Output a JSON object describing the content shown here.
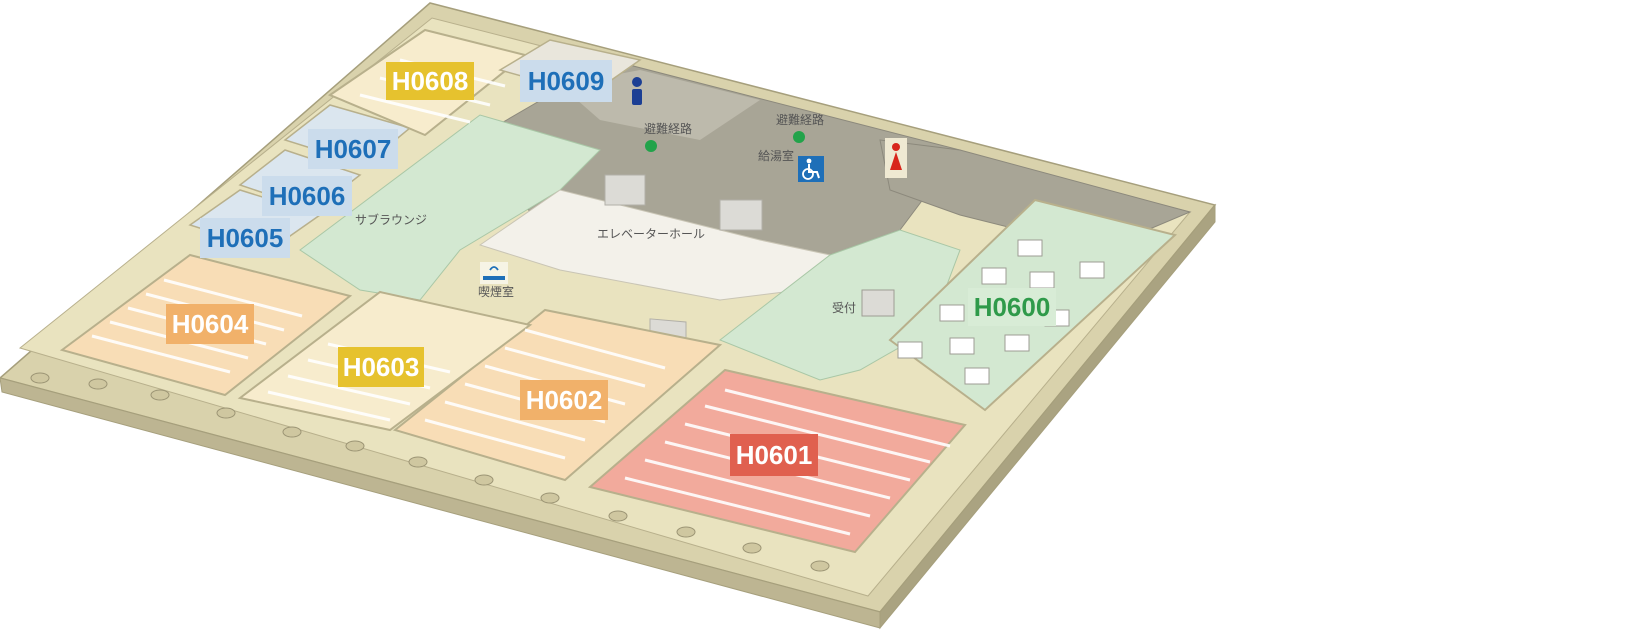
{
  "rooms": [
    {
      "id": "H0600",
      "label": "H0600",
      "floor_color": "#d3e8d1",
      "badge_color": "#d8ecd6",
      "text_color": "#2f9a4a"
    },
    {
      "id": "H0601",
      "label": "H0601",
      "floor_color": "#f2aa9c",
      "badge_color": "#e0604f",
      "text_color": "#ffffff"
    },
    {
      "id": "H0602",
      "label": "H0602",
      "floor_color": "#f8ddb6",
      "badge_color": "#f1b16a",
      "text_color": "#ffffff"
    },
    {
      "id": "H0603",
      "label": "H0603",
      "floor_color": "#f7eccd",
      "badge_color": "#e6c22e",
      "text_color": "#ffffff"
    },
    {
      "id": "H0604",
      "label": "H0604",
      "floor_color": "#f8ddb6",
      "badge_color": "#f1b16a",
      "text_color": "#ffffff"
    },
    {
      "id": "H0605",
      "label": "H0605",
      "floor_color": "#dbe6ef",
      "badge_color": "#cbdcec",
      "text_color": "#1e6fb8"
    },
    {
      "id": "H0606",
      "label": "H0606",
      "floor_color": "#dbe6ef",
      "badge_color": "#cbdcec",
      "text_color": "#1e6fb8"
    },
    {
      "id": "H0607",
      "label": "H0607",
      "floor_color": "#dbe6ef",
      "badge_color": "#cbdcec",
      "text_color": "#1e6fb8"
    },
    {
      "id": "H0608",
      "label": "H0608",
      "floor_color": "#f7eccd",
      "badge_color": "#e6c22e",
      "text_color": "#ffffff"
    },
    {
      "id": "H0609",
      "label": "H0609",
      "floor_color": "#e9e6dc",
      "badge_color": "#cbdcec",
      "text_color": "#1e6fb8"
    }
  ],
  "areas": {
    "sub_lounge": "サブラウンジ",
    "elevator_hall": "エレベーターホール",
    "smoking_room": "喫煙室",
    "reception": "受付",
    "kitchenette": "給湯室",
    "evacuation_route_1": "避難経路",
    "evacuation_route_2": "避難経路"
  },
  "icons": {
    "information": "information-icon",
    "wheelchair": "wheelchair-accessible-icon",
    "restroom": "restroom-icon",
    "smoking": "smoking-icon",
    "evacuation": "evacuation-route-marker"
  },
  "colors": {
    "wall": "#e9e3bf",
    "wall_dark": "#bdb592",
    "column": "#cfc7a0",
    "core_gray": "#a8a596",
    "lounge_green": "#d3e8d1",
    "elevator_hall": "#f3f1ea",
    "evacuation_green": "#22a34a",
    "info_blue": "#1c3f94",
    "wheelchair_blue": "#1e6fb8",
    "restroom_red": "#d8261c"
  }
}
